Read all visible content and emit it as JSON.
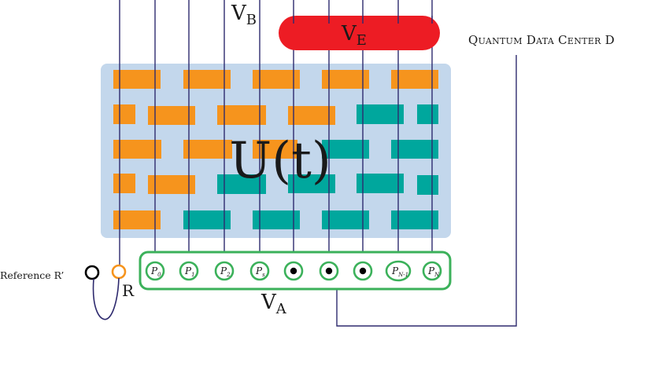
{
  "labels": {
    "vb_main": "V",
    "vb_sub": "B",
    "ve_main": "V",
    "ve_sub": "E",
    "va_main": "V",
    "va_sub": "A",
    "unitary": "U(t)",
    "data_center": "Quantum Data Center D",
    "reference": "Reference R’",
    "r_label": "R"
  },
  "qubits": [
    {
      "kind": "register",
      "label": "P",
      "sub": "0"
    },
    {
      "kind": "register",
      "label": "P",
      "sub": "1"
    },
    {
      "kind": "register",
      "label": "P",
      "sub": "2"
    },
    {
      "kind": "register",
      "label": "P",
      "sub": "s"
    },
    {
      "kind": "dot",
      "label": "",
      "sub": ""
    },
    {
      "kind": "dot",
      "label": "",
      "sub": ""
    },
    {
      "kind": "dot",
      "label": "",
      "sub": ""
    },
    {
      "kind": "register",
      "label": "P",
      "sub": "N-1"
    },
    {
      "kind": "register",
      "label": "P",
      "sub": "N"
    }
  ],
  "colors": {
    "wire": "#2e2a6e",
    "circuit_bg": "#c3d7ec",
    "orange_gate": "#f6941d",
    "teal_gate": "#00a79d",
    "ve_fill": "#ed1c24",
    "va_border": "#3bb15a",
    "r_circle": "#f6941d",
    "ref_circle": "#000000"
  }
}
